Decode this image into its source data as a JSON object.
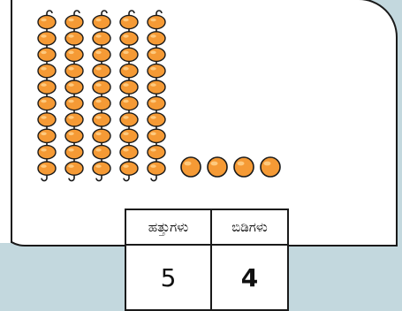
{
  "counting": {
    "ten_rods": 5,
    "beads_per_rod": 10,
    "loose_beads": 4,
    "colors": {
      "bead_fill": "#f59a35",
      "bead_highlight": "#ffd18a",
      "bead_outline": "#1a1a1a",
      "card": "#ffffff",
      "background": "#c3d8de"
    }
  },
  "table": {
    "headers": [
      "ಹತ್ತುಗಳು",
      "ಬಿಡಿಗಳು"
    ],
    "values": [
      "5",
      "4"
    ]
  }
}
